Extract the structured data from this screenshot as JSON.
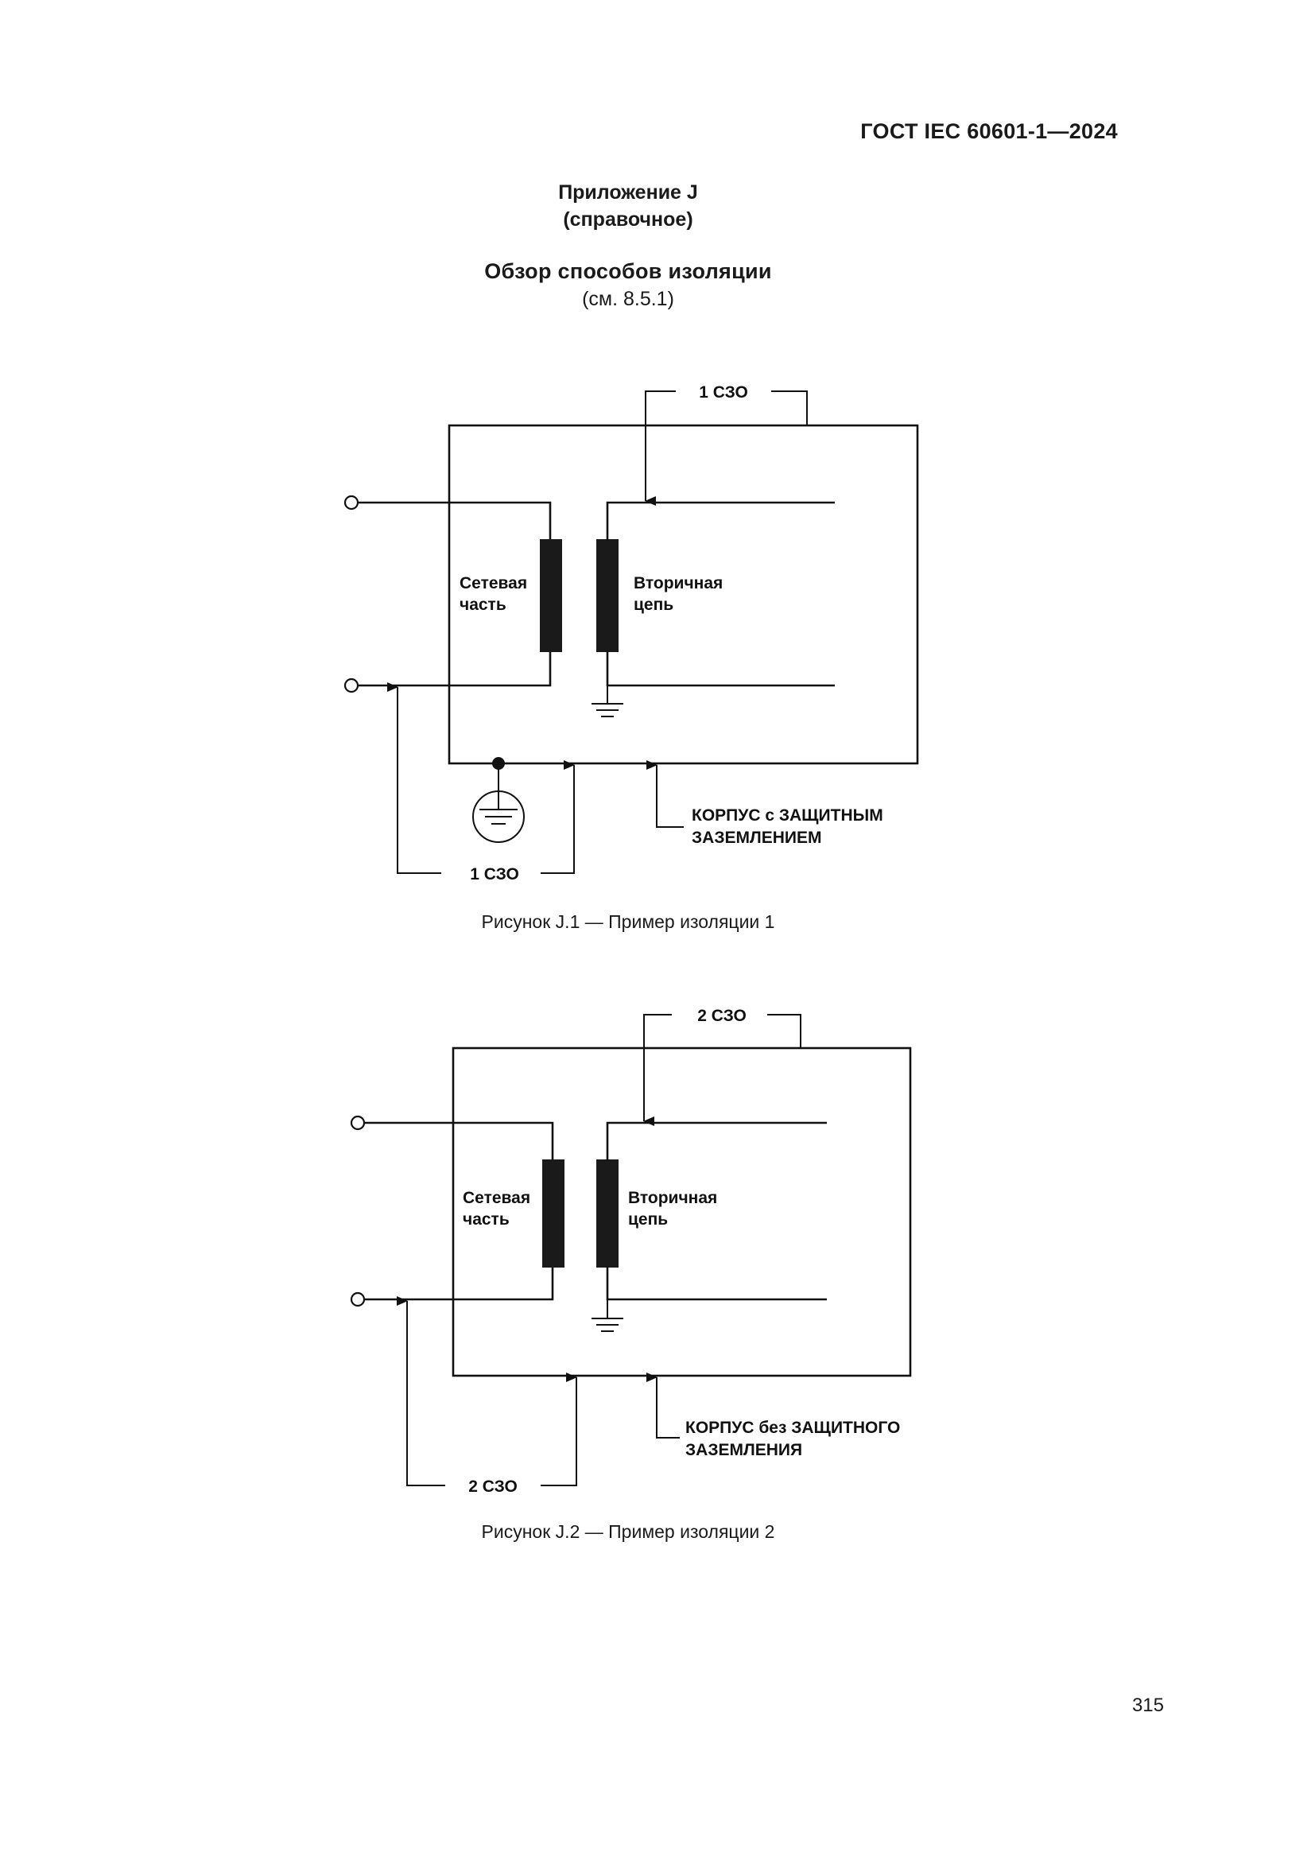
{
  "header": {
    "standard": "ГОСТ IEC 60601-1—2024"
  },
  "annex": {
    "title": "Приложение J",
    "type": "(справочное)",
    "section_title": "Обзор способов изоляции",
    "section_ref": "(см. 8.5.1)"
  },
  "figure1": {
    "top_label": "1 СЗО",
    "bottom_label": "1 СЗО",
    "mains_part": [
      "Сетевая",
      "часть"
    ],
    "secondary": [
      "Вторичная",
      "цепь"
    ],
    "enclosure": [
      "КОРПУС с ЗАЩИТНЫМ",
      "ЗАЗЕМЛЕНИЕМ"
    ],
    "caption": "Рисунок J.1 — Пример изоляции 1"
  },
  "figure2": {
    "top_label": "2 СЗО",
    "bottom_label": "2 СЗО",
    "mains_part": [
      "Сетевая",
      "часть"
    ],
    "secondary": [
      "Вторичная",
      "цепь"
    ],
    "enclosure": [
      "КОРПУС без ЗАЩИТНОГО",
      "ЗАЗЕМЛЕНИЯ"
    ],
    "caption": "Рисунок J.2 — Пример изоляции 2"
  },
  "footer": {
    "page_number": "315"
  }
}
